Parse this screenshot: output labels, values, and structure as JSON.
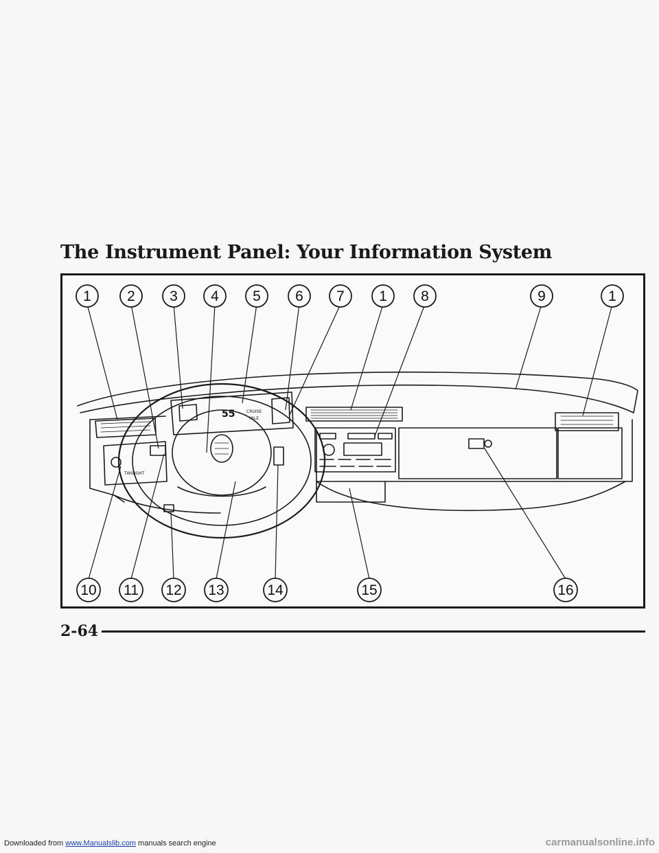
{
  "page": {
    "title": "The Instrument Panel: Your Information System",
    "page_number": "2-64"
  },
  "figure": {
    "callouts_top": [
      "1",
      "2",
      "3",
      "4",
      "5",
      "6",
      "7",
      "1",
      "8",
      "9",
      "1"
    ],
    "callouts_bottom": [
      "10",
      "11",
      "12",
      "13",
      "14",
      "15",
      "16"
    ],
    "dash_text": {
      "display_speed": "55",
      "display_cruise": "CRUISE",
      "display_mile": "MILE",
      "switch_label": "TWILIGHT"
    }
  },
  "footer": {
    "prefix": "Downloaded from",
    "link": "www.Manualslib.com",
    "suffix": "manuals search engine",
    "watermark": "carmanualsonline.info"
  }
}
